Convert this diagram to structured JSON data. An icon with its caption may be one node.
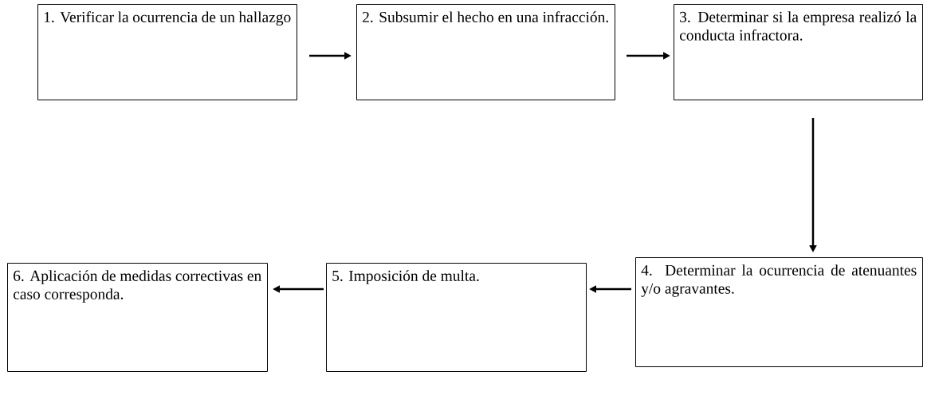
{
  "diagram": {
    "nodes": [
      {
        "text": [
          "1. Verificar la ocurrencia de un hallazgo"
        ]
      },
      {
        "text": [
          "2. Subsumir el hecho en una infracción."
        ]
      },
      {
        "text": [
          "3. Determinar si la empresa realizó la conducta infractora."
        ]
      },
      {
        "text": [
          "4. Determinar la ocurrencia de atenuantes y/o agravantes."
        ]
      },
      {
        "text": [
          "5. Imposición de multa."
        ]
      },
      {
        "text": [
          "6. Aplicación de medidas correctivas en caso corresponda."
        ]
      }
    ],
    "edges": [
      {
        "from": 0,
        "to": 1,
        "arrow": "to"
      },
      {
        "from": 1,
        "to": 2,
        "arrow": "to"
      },
      {
        "from": 2,
        "to": 3,
        "arrow": "to"
      },
      {
        "from": 3,
        "to": 4,
        "arrow": "to"
      },
      {
        "from": 4,
        "to": 5,
        "arrow": "to"
      }
    ]
  }
}
